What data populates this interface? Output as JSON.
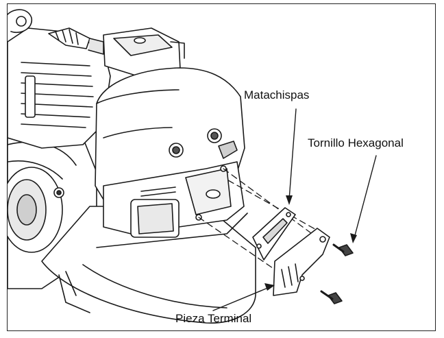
{
  "labels": {
    "spark_arrester": "Matachispas",
    "hex_screw": "Tornillo Hexagonal",
    "terminal_piece": "Pieza Terminal"
  },
  "colors": {
    "line": "#1a1a1a",
    "fill_light": "#ffffff",
    "shade": "#d9d9d9",
    "shade_dark": "#8a8a8a"
  }
}
